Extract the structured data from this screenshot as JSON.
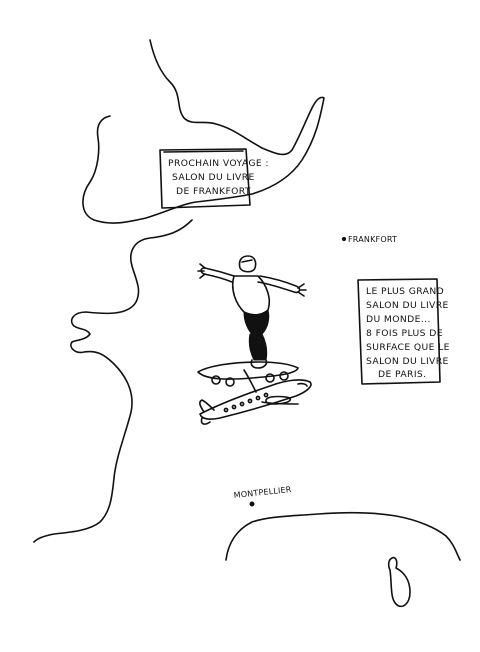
{
  "sign_frankfurt": {
    "line1": "Prochain voyage :",
    "line2": "Salon du livre",
    "line3": "de Frankfort"
  },
  "label_frankfurt": "Frankfort",
  "sign_info": {
    "line1": "Le plus grand",
    "line2": "salon du livre",
    "line3": "du monde...",
    "line4": "8 fois plus de",
    "line5": "surface que le",
    "line6": "salon du livre",
    "line7": "de Paris."
  },
  "label_montpellier": "Montpellier",
  "colors": {
    "ink": "#111111",
    "paper": "#ffffff"
  }
}
